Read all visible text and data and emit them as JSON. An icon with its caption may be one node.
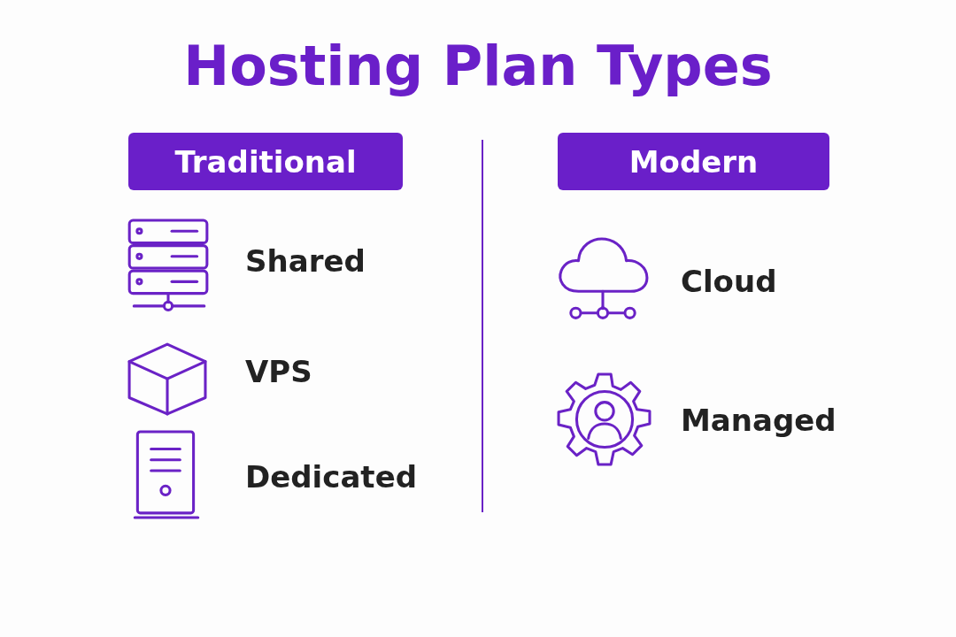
{
  "diagram": {
    "title": "Hosting Plan Types",
    "nodes": [
      {
        "text": [
          "Traditional"
        ]
      },
      {
        "text": [
          "Modern"
        ]
      }
    ],
    "edges": [],
    "labels": [
      "Shared",
      "VPS",
      "Dedicated",
      "Cloud",
      "Managed"
    ]
  }
}
